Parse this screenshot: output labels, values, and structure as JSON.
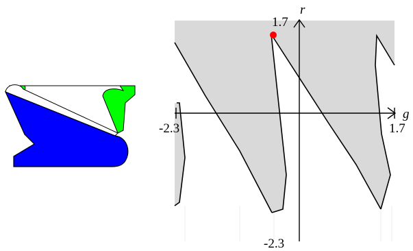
{
  "colors": {
    "green_shape": "#00ff00",
    "blue_shape": "#0000ff",
    "shaded_region": "#d9d9d9",
    "marker": "#ff0000",
    "ink": "#000000"
  },
  "plot": {
    "x_axis_name": "g",
    "y_axis_name": "r",
    "x_min_label": "-2.3",
    "x_max_label": "1.7",
    "y_min_label": "-2.3",
    "y_max_label": "1.7",
    "x_range": [
      -2.3,
      1.7
    ],
    "y_range": [
      -2.3,
      1.7
    ],
    "marker_point": {
      "g": -0.4,
      "r": 1.6
    }
  }
}
